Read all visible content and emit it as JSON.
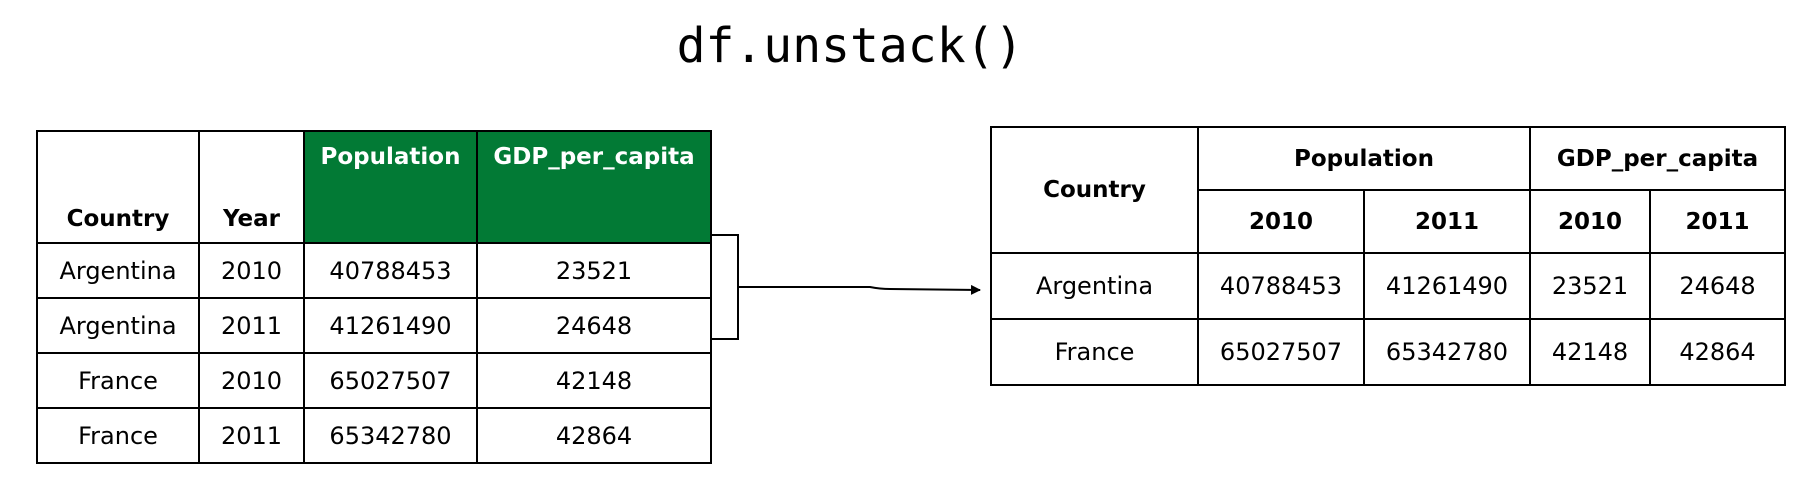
{
  "title": "df.unstack()",
  "left_table": {
    "columns": [
      "Country",
      "Year",
      "Population",
      "GDP_per_capita"
    ],
    "rows": [
      [
        "Argentina",
        "2010",
        "40788453",
        "23521"
      ],
      [
        "Argentina",
        "2011",
        "41261490",
        "24648"
      ],
      [
        "France",
        "2010",
        "65027507",
        "42148"
      ],
      [
        "France",
        "2011",
        "65342780",
        "42864"
      ]
    ],
    "highlight_color": "#027a35"
  },
  "right_table": {
    "index_label": "Country",
    "groups": [
      "Population",
      "GDP_per_capita"
    ],
    "sub_columns": [
      "2010",
      "2011",
      "2010",
      "2011"
    ],
    "rows": [
      [
        "Argentina",
        "40788453",
        "41261490",
        "23521",
        "24648"
      ],
      [
        "France",
        "65027507",
        "65342780",
        "42148",
        "42864"
      ]
    ]
  }
}
